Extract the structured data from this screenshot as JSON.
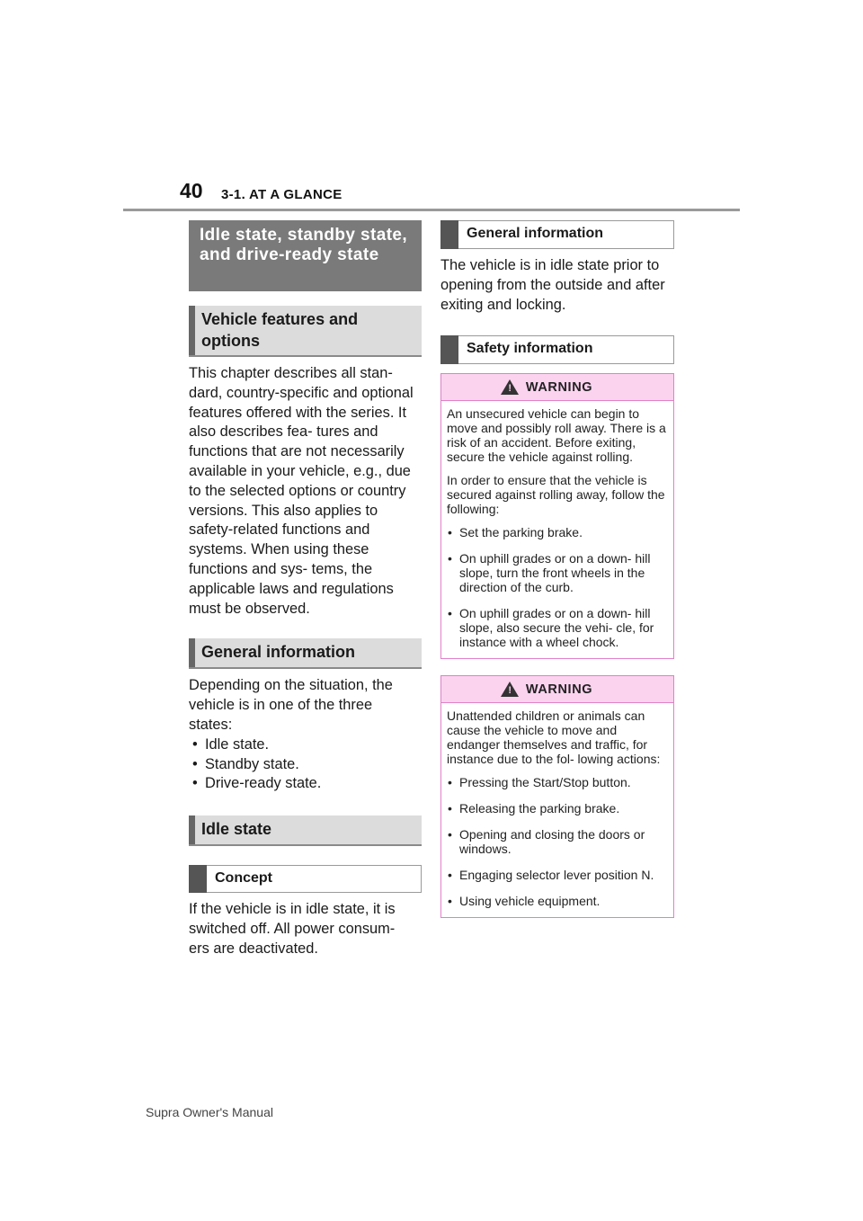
{
  "header": {
    "page_number": "40",
    "section": "3-1. AT A GLANCE"
  },
  "left": {
    "main_title": "Idle state, standby state, and drive-ready state",
    "features_heading": "Vehicle features and options",
    "features_text": "This chapter describes all stan- dard, country-specific and optional features offered with the series. It also describes fea- tures and functions that are not necessarily available in your vehicle, e.g., due to the selected options or country versions. This also applies to safety-related functions and systems. When using these functions and sys- tems, the applicable laws and regulations must be observed.",
    "general_heading": "General information",
    "general_text": "Depending on the situation, the vehicle is in one of the three states:",
    "states": [
      "Idle state.",
      "Standby state.",
      "Drive-ready state."
    ],
    "idle_heading": "Idle state",
    "concept_heading": "Concept",
    "concept_text": "If the vehicle is in idle state, it is switched off. All power consum- ers are deactivated."
  },
  "right": {
    "general_heading": "General information",
    "general_text": "The vehicle is in idle state prior to opening from the outside and after exiting and locking.",
    "safety_heading": "Safety information",
    "warning1": {
      "title": "WARNING",
      "icon": "warning-triangle-icon",
      "para1": "An unsecured vehicle can begin to move and possibly roll away. There is a risk of an accident. Before exiting, secure the vehicle against rolling.",
      "para2": "In order to ensure that the vehicle is secured against rolling away, follow the following:",
      "items": [
        "Set the parking brake.",
        "On uphill grades or on a down- hill slope, turn the front wheels in the direction of the curb.",
        "On uphill grades or on a down- hill slope, also secure the vehi- cle, for instance with a wheel chock."
      ]
    },
    "warning2": {
      "title": "WARNING",
      "icon": "warning-triangle-icon",
      "para1": "Unattended children or animals can cause the vehicle to move and endanger themselves and traffic, for instance due to the fol- lowing actions:",
      "items": [
        "Pressing the Start/Stop button.",
        "Releasing the parking brake.",
        "Opening and closing the doors or windows.",
        "Engaging selector lever position N.",
        "Using vehicle equipment."
      ]
    }
  },
  "footer": {
    "text": "Supra Owner's Manual"
  }
}
